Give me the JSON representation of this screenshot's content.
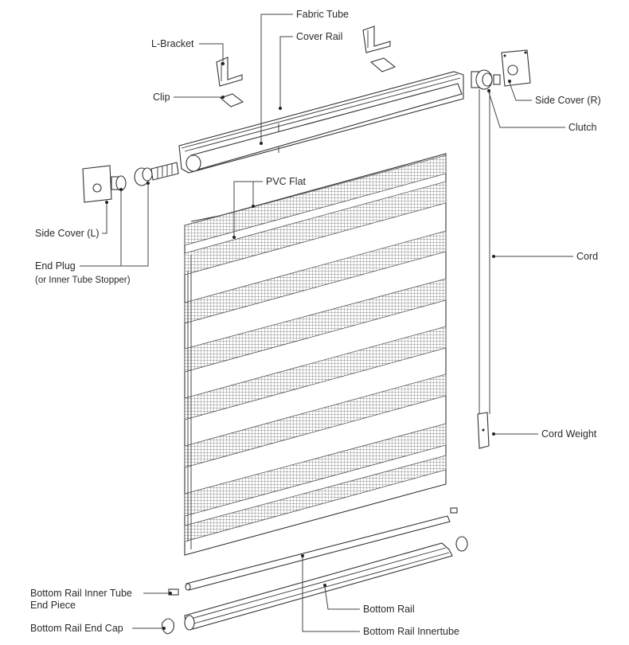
{
  "labels": {
    "fabric_tube": "Fabric Tube",
    "l_bracket": "L-Bracket",
    "cover_rail": "Cover Rail",
    "clip": "Clip",
    "side_cover_r": "Side Cover (R)",
    "clutch": "Clutch",
    "pvc_flat": "PVC Flat",
    "side_cover_l": "Side Cover (L)",
    "end_plug": "End Plug",
    "end_plug_note": "(or Inner Tube Stopper)",
    "cord": "Cord",
    "cord_weight": "Cord Weight",
    "bottom_rail_inner_tube_end_piece_1": "Bottom Rail Inner Tube",
    "bottom_rail_inner_tube_end_piece_2": "End Piece",
    "bottom_rail": "Bottom Rail",
    "bottom_rail_end_cap": "Bottom Rail End Cap",
    "bottom_rail_innertube": "Bottom Rail Innertube"
  },
  "colors": {
    "line": "#333333",
    "mesh": "#6a6a6a",
    "background": "#ffffff"
  }
}
